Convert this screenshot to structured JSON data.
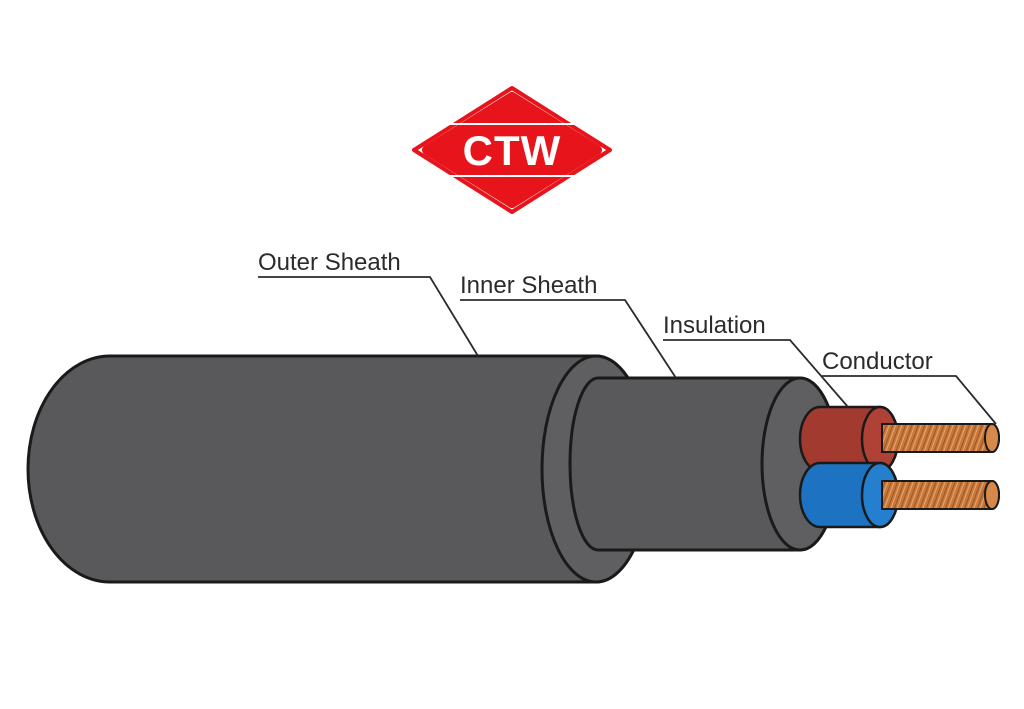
{
  "logo": {
    "text": "CTW",
    "color": "#e8141c"
  },
  "labels": {
    "outer_sheath": "Outer Sheath",
    "inner_sheath": "Inner Sheath",
    "insulation": "Insulation",
    "conductor": "Conductor"
  },
  "colors": {
    "outer_sheath": "#58585a",
    "inner_sheath": "#58585a",
    "insulation_core_1": "#a23a30",
    "insulation_core_2": "#1d73c2",
    "conductor": "#c8773a"
  }
}
